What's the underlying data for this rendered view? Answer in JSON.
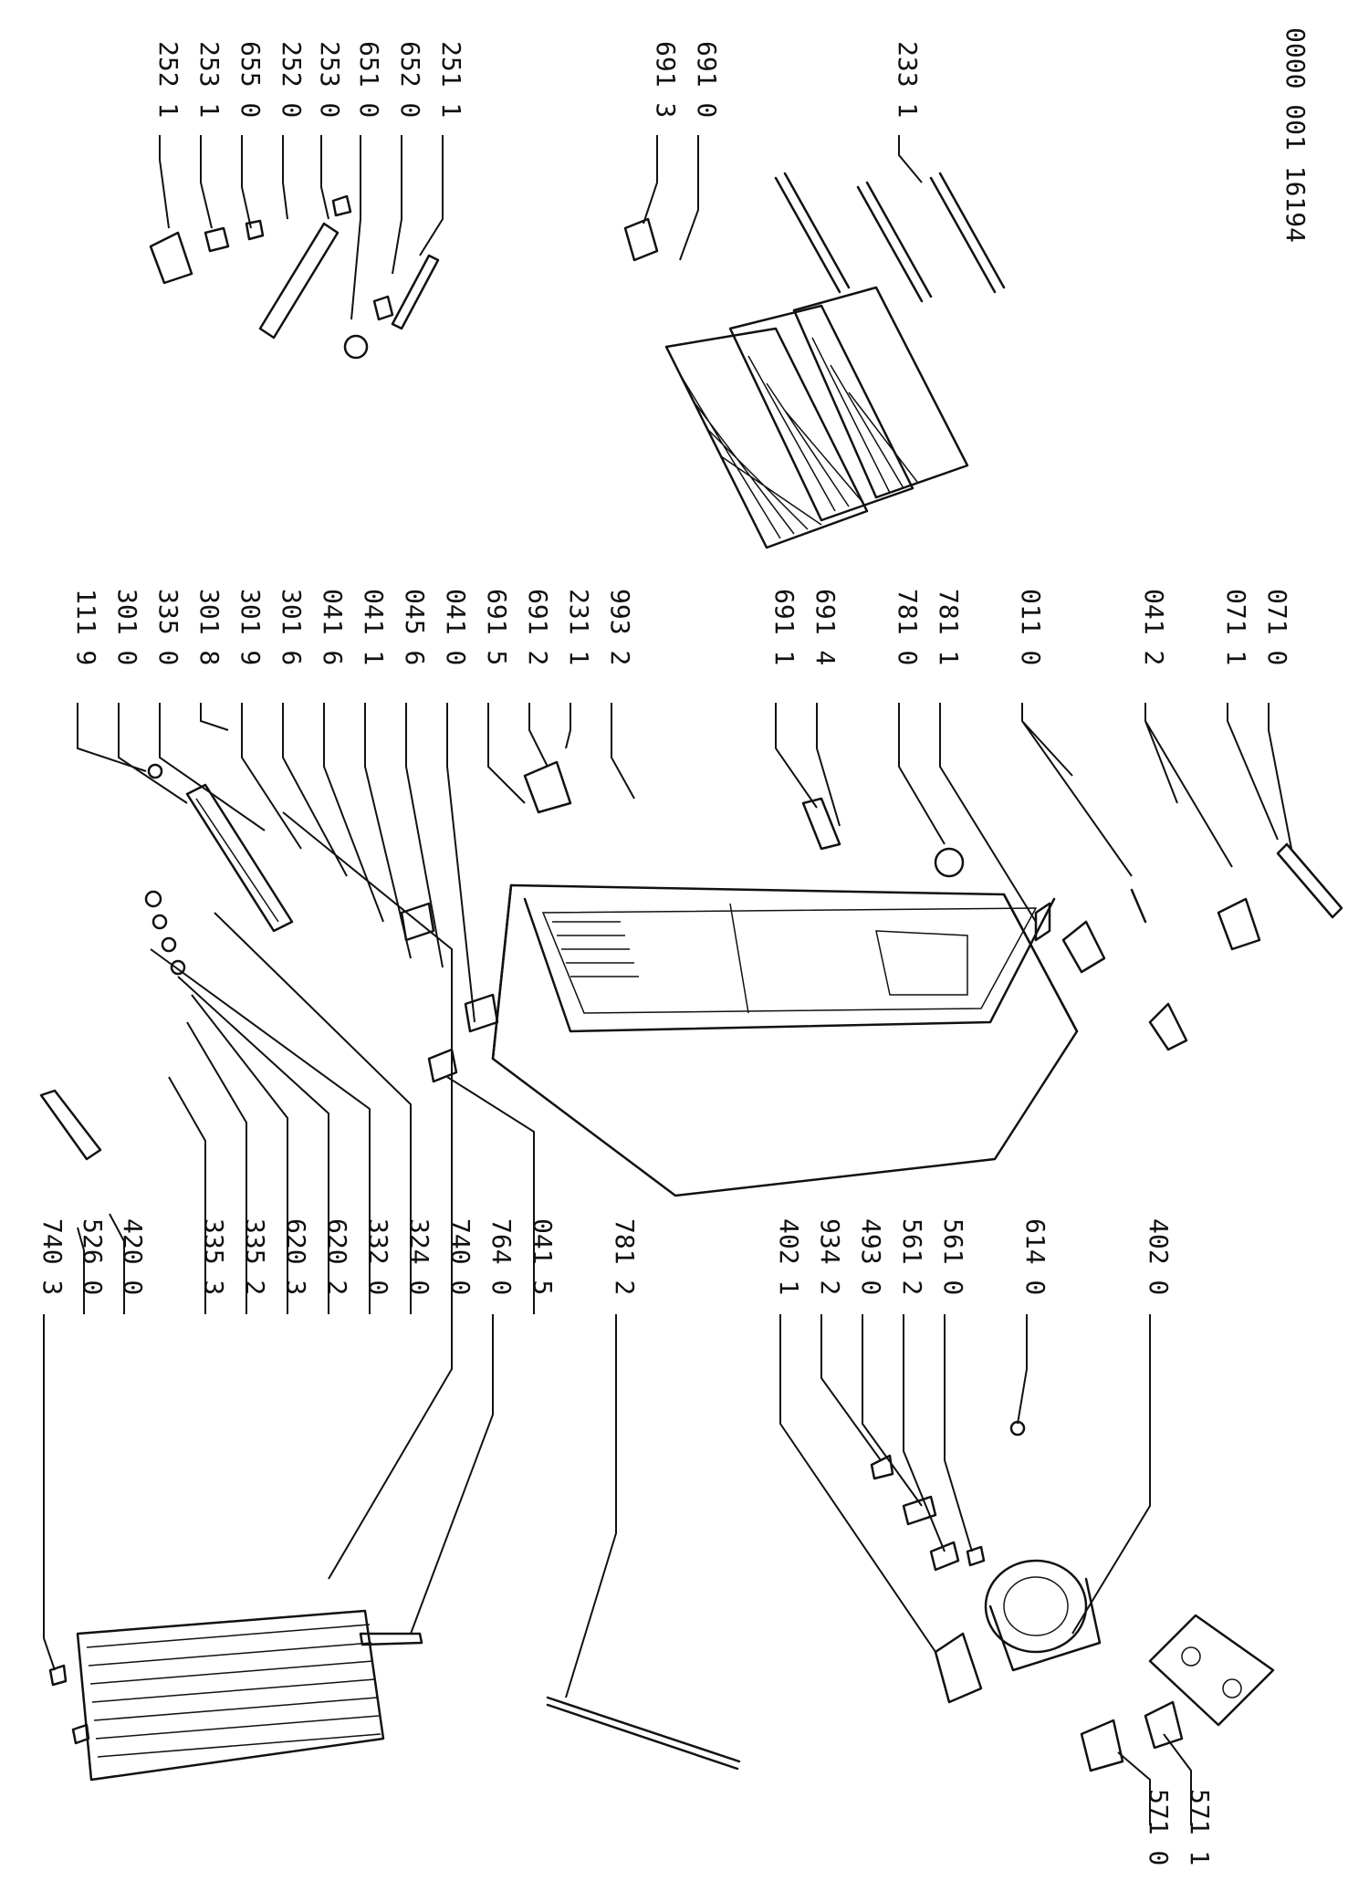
{
  "document_code": "0000 001  16194",
  "groups": {
    "top_right": [
      "252 1",
      "253 1",
      "655 0",
      "252 0",
      "253 0",
      "651 0",
      "652 0",
      "251 1"
    ],
    "top_shelf_rail": [
      "691 3",
      "691 0",
      "233 1"
    ],
    "middle_column": [
      "111 9",
      "301 0",
      "335 0",
      "301 8",
      "301 9",
      "301 6",
      "041 6",
      "041 1",
      "045 6",
      "041 0",
      "691 5",
      "691 2",
      "231 1",
      "993 2"
    ],
    "middle_lower": [
      "691 1",
      "691 4",
      "781 0",
      "781 1",
      "011 0",
      "041 2",
      "071 1",
      "071 0"
    ],
    "left_upper": [
      "740 3",
      "526 0",
      "420 0",
      "335 3",
      "335 2",
      "620 3",
      "620 2",
      "332 0",
      "324 0",
      "740 0",
      "764 0",
      "041 5",
      "781 2"
    ],
    "left_lower": [
      "402 1",
      "934 2",
      "493 0",
      "561 2",
      "561 0",
      "614 0",
      "402 0"
    ],
    "bottom_left": [
      "571 0",
      "571 1"
    ]
  }
}
